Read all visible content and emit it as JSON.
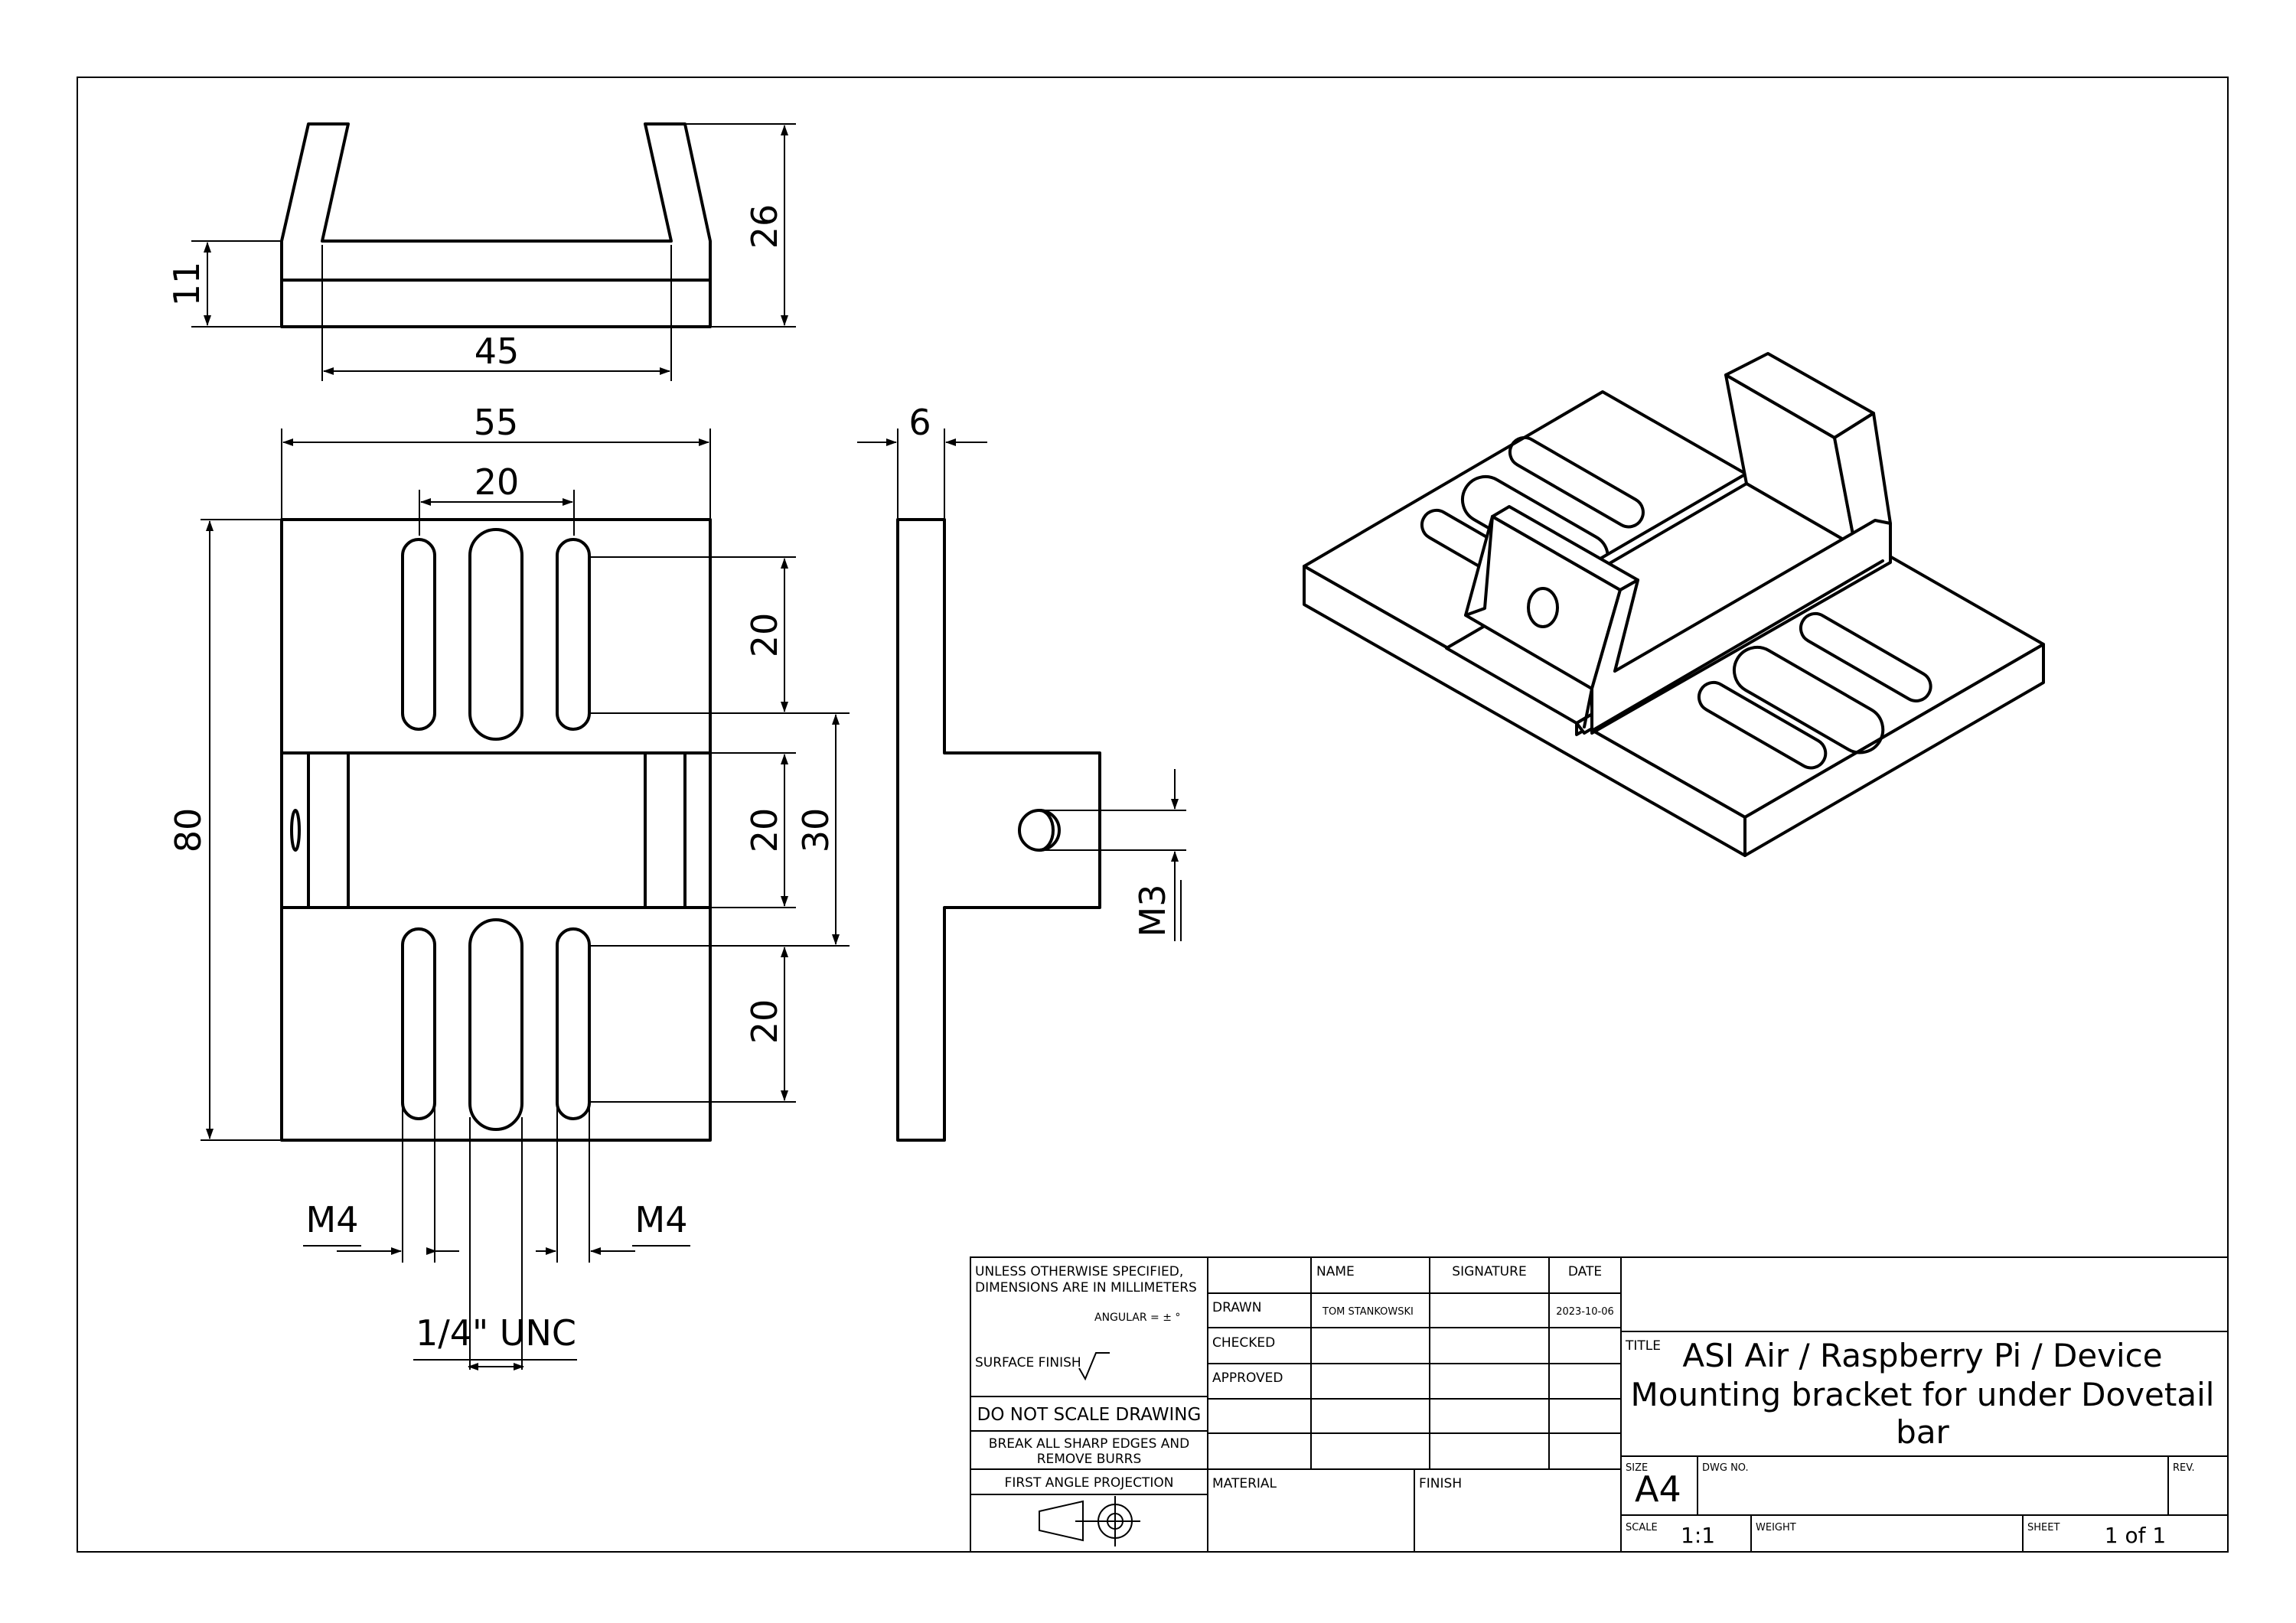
{
  "views": {
    "top": {
      "dim_height": "26",
      "dim_lip": "11",
      "dim_inner_width": "45"
    },
    "front": {
      "dim_width": "55",
      "dim_slot_spacing": "20",
      "dim_height": "80",
      "dim_slot_upper": "20",
      "dim_center": "20",
      "dim_center_outer": "30",
      "dim_slot_lower": "20",
      "note_m4_left": "M4",
      "note_m4_right": "M4",
      "note_unc": "1/4\" UNC"
    },
    "side": {
      "dim_thickness": "6",
      "note_m3": "M3"
    }
  },
  "title_block": {
    "general_note_line1": "UNLESS OTHERWISE SPECIFIED,",
    "general_note_line2": "DIMENSIONS ARE IN MILLIMETERS",
    "angular": "ANGULAR = ± °",
    "surface_finish": "SURFACE FINISH",
    "do_not_scale": "DO NOT SCALE DRAWING",
    "break_edges_line1": "BREAK ALL SHARP EDGES AND",
    "break_edges_line2": "REMOVE BURRS",
    "projection": "FIRST ANGLE PROJECTION",
    "col_name": "NAME",
    "col_signature": "SIGNATURE",
    "col_date": "DATE",
    "row_drawn": "DRAWN",
    "row_checked": "CHECKED",
    "row_approved": "APPROVED",
    "drawn_name": "TOM STANKOWSKI",
    "drawn_date": "2023-10-06",
    "material_label": "MATERIAL",
    "finish_label": "FINISH",
    "title_label": "TITLE",
    "title_line1": "ASI Air / Raspberry Pi / Device",
    "title_line2": "Mounting bracket for under Dovetail",
    "title_line3": "bar",
    "size_label": "SIZE",
    "size_value": "A4",
    "dwg_no_label": "DWG NO.",
    "rev_label": "REV.",
    "scale_label": "SCALE",
    "scale_value": "1:1",
    "weight_label": "WEIGHT",
    "sheet_label": "SHEET",
    "sheet_value": "1 of 1"
  }
}
